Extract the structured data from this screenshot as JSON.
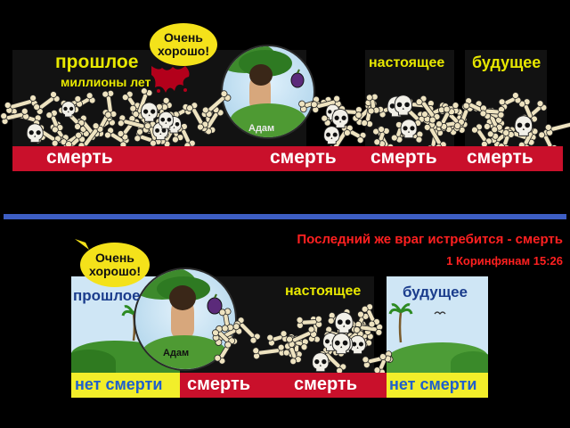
{
  "top_diagram": {
    "label_past": "прошлое",
    "label_millions": "миллионы лет",
    "label_present": "настоящее",
    "label_future": "будущее",
    "bubble_line1": "Очень",
    "bubble_line2": "хорошо!",
    "adam_label": "Адам",
    "bar_words": [
      "смерть",
      "смерть",
      "смерть",
      "смерть"
    ]
  },
  "verse": {
    "text": "Последний же враг истребится - смерть",
    "reference": "1 Коринфянам 15:26"
  },
  "bottom_diagram": {
    "label_past": "прошлое",
    "label_present": "настоящее",
    "label_future": "будущее",
    "bubble_line1": "Очень",
    "bubble_line2": "хорошо!",
    "adam_label": "Адам",
    "bar_words": [
      "нет смерти",
      "смерть",
      "смерть",
      "нет смерти"
    ]
  },
  "colors": {
    "death_bar": "#c9102b",
    "no_death_bar": "#f2ee2a",
    "divider": "#3d5ec4",
    "verse_text": "#ff2020",
    "sky": "#cfe6f5",
    "bubble": "#f4e21a",
    "panel_dark": "#111111",
    "bone": "#eee3c0"
  },
  "icons": [
    "bone-icon",
    "skull-icon",
    "fruit-icon",
    "palm-tree-icon",
    "bird-icon",
    "blood-splatter-icon"
  ]
}
